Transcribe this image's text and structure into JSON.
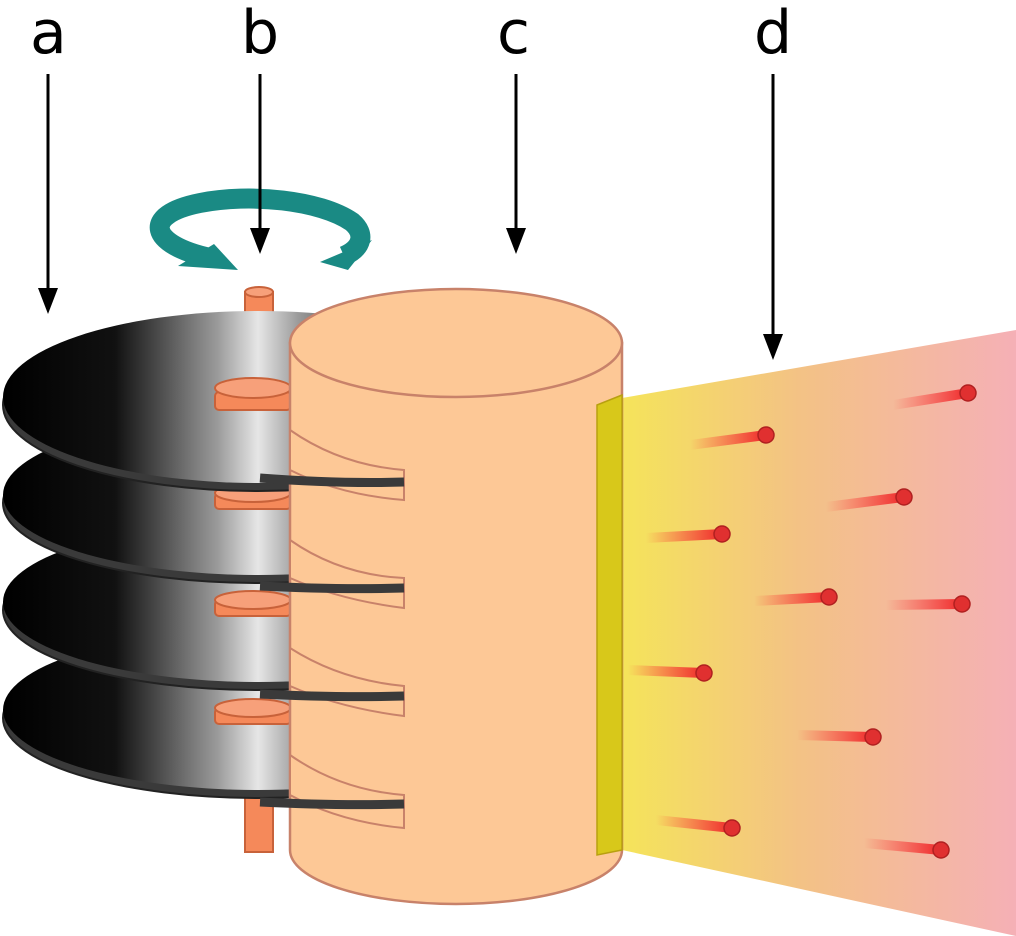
{
  "labels": {
    "a": "a",
    "b": "b",
    "c": "c",
    "d": "d"
  },
  "colors": {
    "disk_edge": "#3a3a3a",
    "cylinder": "#fdc896",
    "cylinder_stroke": "#c8826a",
    "spindle": "#f5895a",
    "rotation_arrow": "#1a8a84",
    "beam_start": "#f5e45a",
    "beam_end": "#f5b0b6",
    "slit": "#d8c81a",
    "particle": "#e03030"
  },
  "icons": {
    "rotation": "rotation-arrow-icon"
  }
}
